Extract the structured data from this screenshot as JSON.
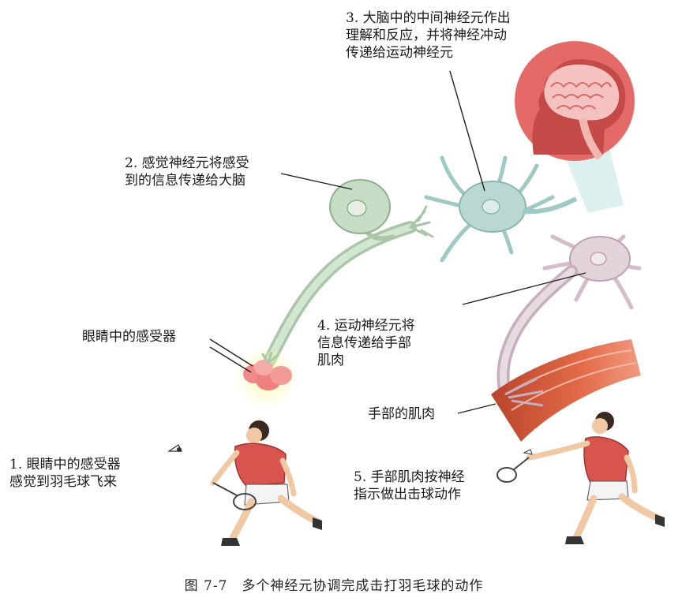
{
  "labels": {
    "step1": "1. 眼睛中的感受器\n感觉到羽毛球飞来",
    "step2": "2. 感觉神经元将感受\n到的信息传递给大脑",
    "step3": "3. 大脑中的中间神经元作出\n理解和反应，并将神经冲动\n传递给运动神经元",
    "step4": "4. 运动神经元将\n信息传递给手部\n肌肉",
    "step5": "5. 手部肌肉按神经\n指示做出击球动作",
    "receptor": "眼睛中的感受器",
    "muscle": "手部的肌肉"
  },
  "caption": {
    "figure_no": "图 7-7",
    "title": "多个神经元协调完成击打羽毛球的动作"
  },
  "colors": {
    "sensory_neuron": "#c6dcc4",
    "inter_neuron": "#b9d8d4",
    "motor_neuron": "#e2d2da",
    "muscle": "#d9573a",
    "brain_circle": "#e06262",
    "shirt": "#d9534f",
    "receptor": "#f08a8a"
  }
}
